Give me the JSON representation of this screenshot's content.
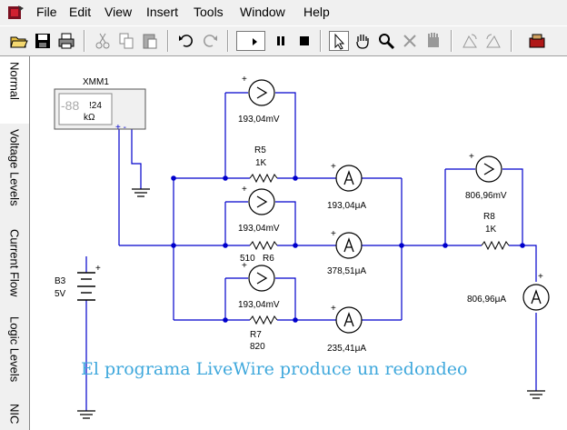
{
  "menu": [
    "File",
    "Edit",
    "View",
    "Insert",
    "Tools",
    "Window",
    "Help"
  ],
  "toolbar_icons": [
    "open-icon",
    "save-icon",
    "print-icon",
    "cut-icon",
    "copy-icon",
    "paste-icon",
    "undo-icon",
    "redo-icon",
    "play-icon",
    "pause-icon",
    "stop-icon",
    "pointer-icon",
    "hand-icon",
    "zoom-icon",
    "delete-icon",
    "hand-raise-icon",
    "rotate-left-icon",
    "rotate-right-icon",
    "component-icon"
  ],
  "side_tabs": [
    "Normal",
    "Voltage Levels",
    "Current Flow",
    "Logic Levels",
    "NIC"
  ],
  "circuit": {
    "multimeter": {
      "name": "XMM1",
      "display": "-88",
      "small_digits": "!24",
      "unit": "kΩ",
      "terminals": "+ -"
    },
    "battery": {
      "name": "B3",
      "value": "5V"
    },
    "r5": {
      "name": "R5",
      "value": "1K",
      "voltage": "193,04mV",
      "current": "193,04μA"
    },
    "r6": {
      "name": "R6",
      "value": "510",
      "voltage": "193,04mV",
      "current": "378,51μA"
    },
    "r7": {
      "name": "R7",
      "value": "820",
      "voltage": "193,04mV",
      "current": "235,41μA"
    },
    "r8": {
      "name": "R8",
      "value": "1K",
      "voltage": "806,96mV"
    },
    "series_ammeter": {
      "current": "806,96μA"
    }
  },
  "annotation": "El programa LiveWire produce un redondeo",
  "colors": {
    "annotation": "#3fa8dc",
    "wire": "#0000cc",
    "node": "#0000cc"
  }
}
